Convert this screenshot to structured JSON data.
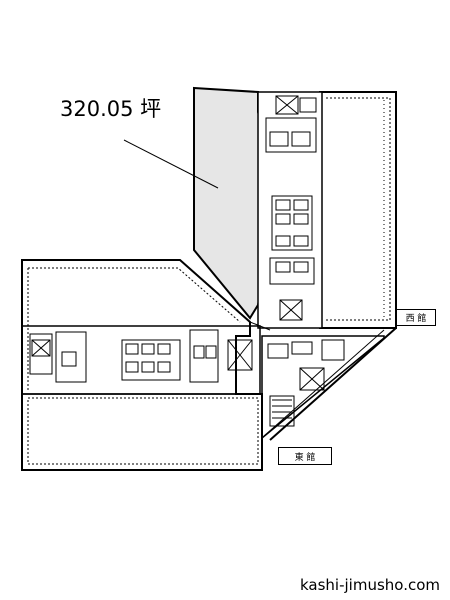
{
  "area_label": "320.05 坪",
  "building_west": "西 館",
  "building_east": "東 館",
  "site_name": "kashi-jimusho.com",
  "highlight_color": "#e6e6e6"
}
